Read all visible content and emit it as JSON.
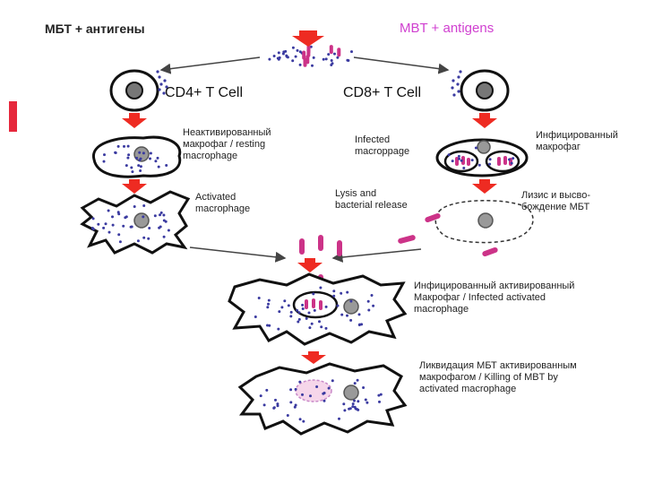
{
  "header": {
    "title_ru": "МБТ + антигены",
    "title_en": "MBT + antigens"
  },
  "cells": {
    "cd4": "CD4+ T Cell",
    "cd8": "CD8+ T Cell"
  },
  "labels": {
    "resting": [
      "Неактивированный",
      "макрофаг / resting",
      "macrophage"
    ],
    "activated": [
      "Activated",
      "macrophage"
    ],
    "infected": [
      "Infected",
      "macroppage"
    ],
    "infected_ru": [
      "Инфицированный",
      "макрофаг"
    ],
    "lysis": [
      "Lysis and",
      "bacterial release"
    ],
    "lysis_ru": [
      "Лизис и высво-",
      "бождение МБТ"
    ],
    "infected_activated": [
      "Инфицированный активированный",
      "Макрофаг  /  Infected activated",
      "macrophage"
    ],
    "killing": [
      "Ликвидация МБТ активированным",
      "макрофагом / Killing of MBT by",
      "activated macrophage"
    ]
  },
  "colors": {
    "arrow": "#ee2b22",
    "dots": "#3a3aa0",
    "bacteria": "#cc3388",
    "accent": "#e6283c",
    "title_en": "#d040d0"
  }
}
